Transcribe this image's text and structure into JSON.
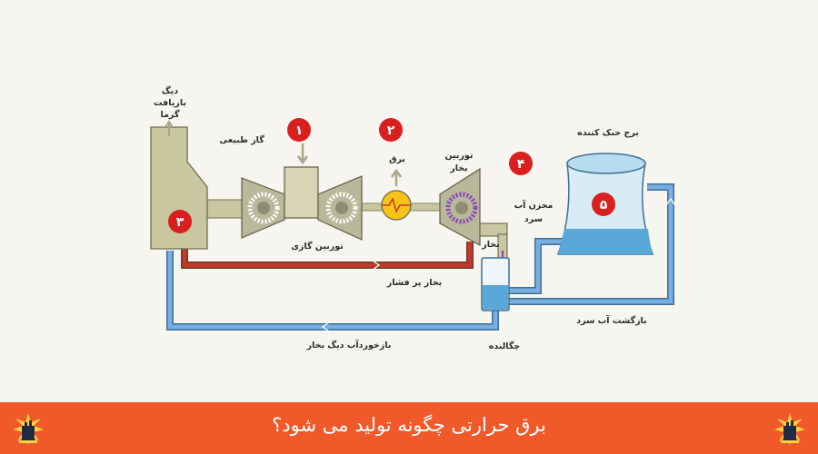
{
  "labels": {
    "hrsg": [
      "دیگ",
      "بازیافت",
      "گرما"
    ],
    "natural_gas": "گاز طبیعی",
    "electricity": "برق",
    "steam_turbine": [
      "توربین",
      "بخار"
    ],
    "gas_turbine": "توربین گازی",
    "high_pressure_steam": "بخار پر فشار",
    "steam": "بخار",
    "cold_water_tank": [
      "مخزن آب",
      "سرد"
    ],
    "cooling_tower": "برج خنک کننده",
    "cold_water_return": "بازگشت آب سرد",
    "condenser": "چگالنده",
    "boiler_feedwater": "بازخوردآب دیگ بخار"
  },
  "numbers": {
    "n1": "۱",
    "n2": "۲",
    "n3": "۳",
    "n4": "۴",
    "n5": "۵"
  },
  "banner": {
    "title": "برق حرارتی چگونه تولید می شود؟"
  },
  "colors": {
    "banner": "#f05a2a",
    "steam_line": "#c0392b",
    "water_line": "#5b93c7",
    "machinery": "#c9c79f",
    "badge": "#d8201f",
    "generator": "#f6c417"
  }
}
